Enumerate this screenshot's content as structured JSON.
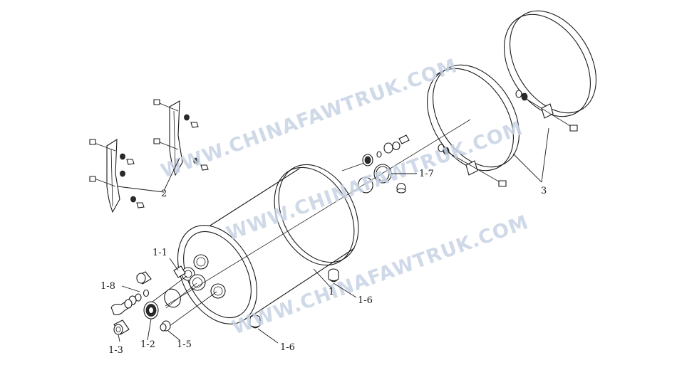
{
  "watermarks": [
    "WWW.CHINAFAWTRUK.COM",
    "WWW.CHINAFAWTRUK.COM",
    "WWW.CHINAFAWTRUK.COM"
  ],
  "callouts": {
    "tank": "1",
    "plug_1_1": "1-1",
    "valve_1_2": "1-2",
    "fitting_1_3": "1-3",
    "plug_1_5": "1-5",
    "drain_top": "1-6",
    "drain_bottom": "1-6",
    "ring_1_7": "1-7",
    "fitting_1_8": "1-8",
    "bracket": "2",
    "strap": "3"
  },
  "colors": {
    "line": "#1a1a1a",
    "watermark": "#c7d3e4"
  }
}
